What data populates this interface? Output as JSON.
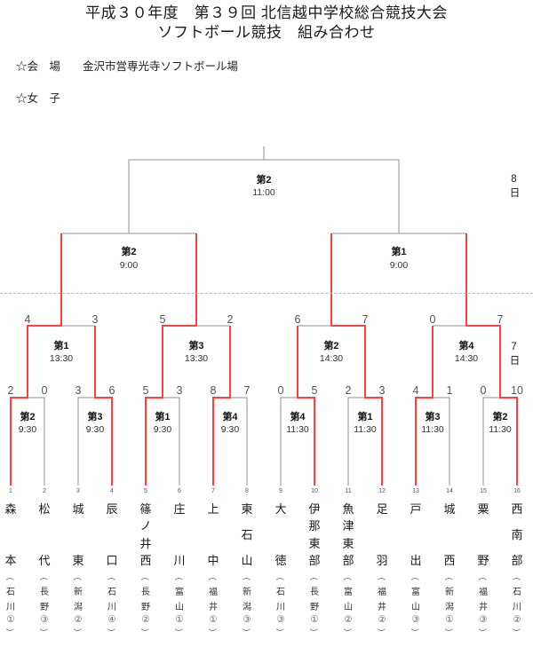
{
  "header": {
    "title_line1": "平成３０年度　第３９回 北信越中学校総合競技大会",
    "title_line2": "ソフトボール競技　組み合わせ",
    "venue_line": "☆会　場　　金沢市営専光寺ソフトボール場",
    "division_line": "☆女　子"
  },
  "days": {
    "final_day": "8日",
    "quarterfinal_day": "7日"
  },
  "final": {
    "round_label": "第2",
    "time": "11:00"
  },
  "semifinals": [
    {
      "round_label": "第2",
      "time": "9:00"
    },
    {
      "round_label": "第1",
      "time": "9:00"
    }
  ],
  "quarterfinals": [
    {
      "round_label": "第1",
      "time": "13:30",
      "score_left": 4,
      "score_right": 3,
      "winner": "left"
    },
    {
      "round_label": "第3",
      "time": "13:30",
      "score_left": 5,
      "score_right": 2,
      "winner": "left"
    },
    {
      "round_label": "第2",
      "time": "14:30",
      "score_left": 6,
      "score_right": 7,
      "winner": "right"
    },
    {
      "round_label": "第4",
      "time": "14:30",
      "score_left": 0,
      "score_right": 7,
      "winner": "right"
    }
  ],
  "round1": [
    {
      "round_label": "第2",
      "time": "9:30",
      "score_left": 2,
      "score_right": 0,
      "winner": "left"
    },
    {
      "round_label": "第3",
      "time": "9:30",
      "score_left": 3,
      "score_right": 6,
      "winner": "right"
    },
    {
      "round_label": "第1",
      "time": "9:30",
      "score_left": 5,
      "score_right": 3,
      "winner": "left"
    },
    {
      "round_label": "第4",
      "time": "9:30",
      "score_left": 8,
      "score_right": 7,
      "winner": "left"
    },
    {
      "round_label": "第4",
      "time": "11:30",
      "score_left": 0,
      "score_right": 5,
      "winner": "right"
    },
    {
      "round_label": "第1",
      "time": "11:30",
      "score_left": 2,
      "score_right": 3,
      "winner": "right"
    },
    {
      "round_label": "第3",
      "time": "11:30",
      "score_left": 4,
      "score_right": 1,
      "winner": "left"
    },
    {
      "round_label": "第2",
      "time": "11:30",
      "score_left": 0,
      "score_right": 10,
      "winner": "right"
    }
  ],
  "teams": [
    {
      "no": "1",
      "name": "森本",
      "entry": "（石川①）"
    },
    {
      "no": "2",
      "name": "松代",
      "entry": "（長野③）"
    },
    {
      "no": "3",
      "name": "城東",
      "entry": "（新潟②）"
    },
    {
      "no": "4",
      "name": "辰口",
      "entry": "（石川④）"
    },
    {
      "no": "5",
      "name": "篠ノ井西",
      "entry": "（長野②）"
    },
    {
      "no": "6",
      "name": "庄川",
      "entry": "（富山①）"
    },
    {
      "no": "7",
      "name": "上中",
      "entry": "（福井①）"
    },
    {
      "no": "8",
      "name": "東石山",
      "entry": "（新潟③）"
    },
    {
      "no": "9",
      "name": "大徳",
      "entry": "（石川③）"
    },
    {
      "no": "10",
      "name": "伊那東部",
      "entry": "（長野①）"
    },
    {
      "no": "11",
      "name": "魚津東部",
      "entry": "（富山②）"
    },
    {
      "no": "12",
      "name": "足羽",
      "entry": "（福井②）"
    },
    {
      "no": "13",
      "name": "戸出",
      "entry": "（富山③）"
    },
    {
      "no": "14",
      "name": "城西",
      "entry": "（新潟①）"
    },
    {
      "no": "15",
      "name": "粟野",
      "entry": "（福井③）"
    },
    {
      "no": "16",
      "name": "西南部",
      "entry": "（石川②）"
    }
  ],
  "colors": {
    "bracket_line": "#909090",
    "winner_line": "#ff4040"
  }
}
